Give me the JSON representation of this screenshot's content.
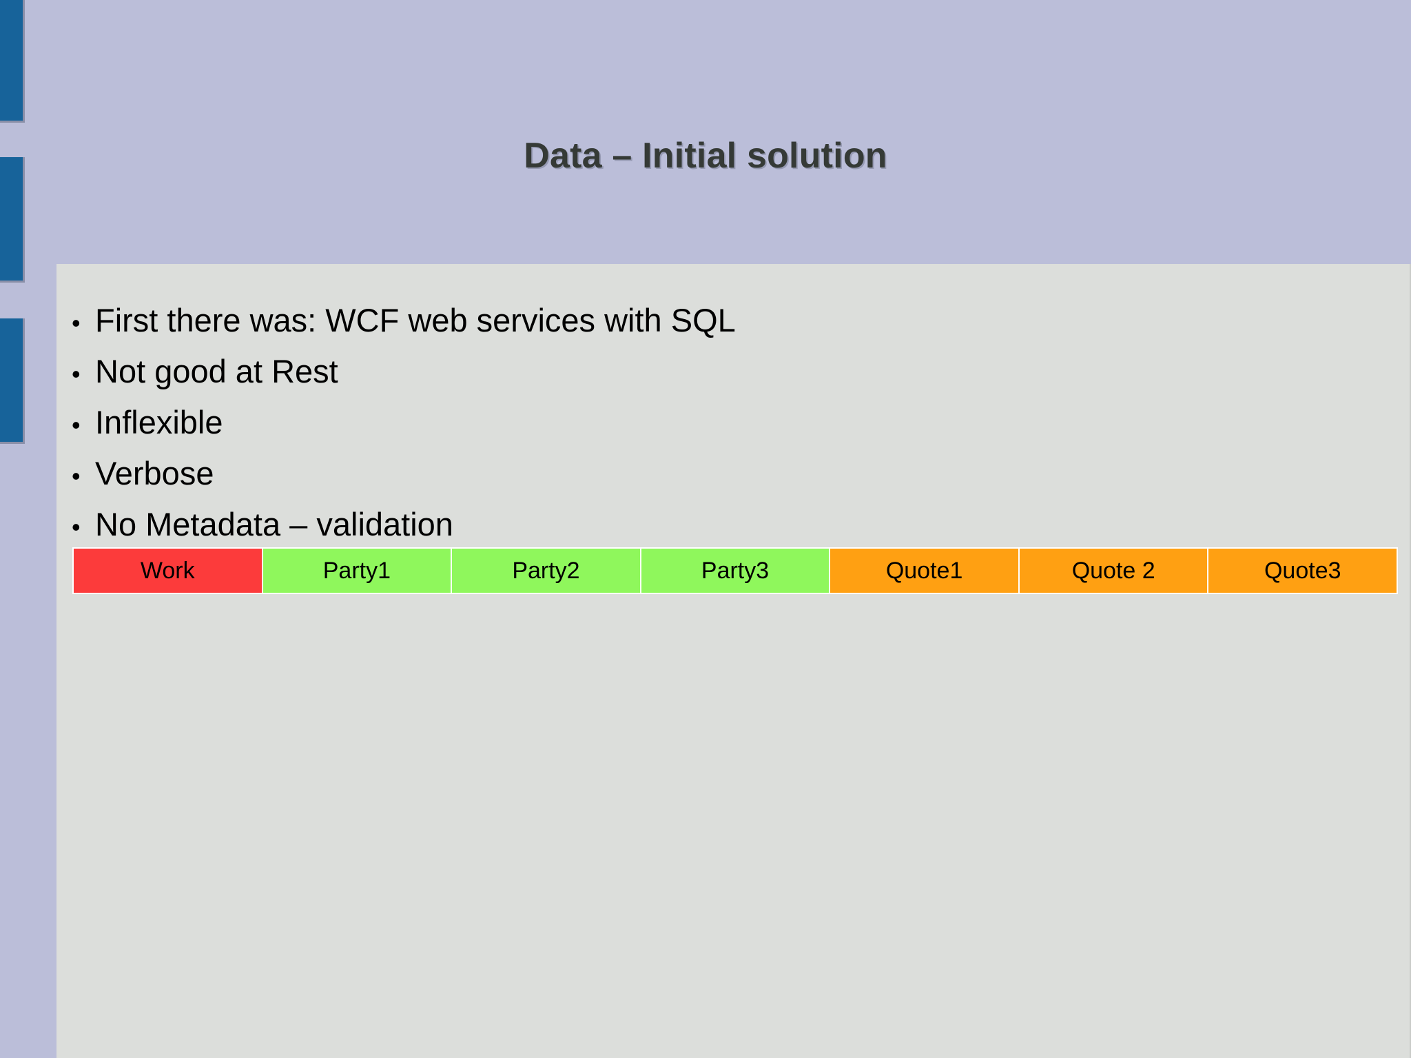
{
  "slide": {
    "title": "Data – Initial solution",
    "background_color": "#bbbed9",
    "panel_color": "#dcdedb",
    "accent_color": "#17639a",
    "title_color": "#353a36"
  },
  "decoration": {
    "bars": [
      {
        "name": "deco-bar-1",
        "color": "#17639a"
      },
      {
        "name": "deco-bar-2",
        "color": "#17639a"
      },
      {
        "name": "deco-bar-3",
        "color": "#17639a"
      }
    ]
  },
  "bullets": [
    {
      "marker": "•",
      "text": "First there was: WCF web services with SQL"
    },
    {
      "marker": "•",
      "text": "Not good at Rest"
    },
    {
      "marker": "•",
      "text": "Inflexible"
    },
    {
      "marker": "•",
      "text": "Verbose"
    },
    {
      "marker": "•",
      "text": "No Metadata – validation"
    }
  ],
  "table": {
    "cells": [
      {
        "label": "Work",
        "color": "#fc3b3b"
      },
      {
        "label": "Party1",
        "color": "#8ff75c"
      },
      {
        "label": "Party2",
        "color": "#8ff75c"
      },
      {
        "label": "Party3",
        "color": "#8ff75c"
      },
      {
        "label": "Quote1",
        "color": "#ffa012"
      },
      {
        "label": "Quote 2",
        "color": "#ffa012"
      },
      {
        "label": "Quote3",
        "color": "#ffa012"
      }
    ]
  }
}
